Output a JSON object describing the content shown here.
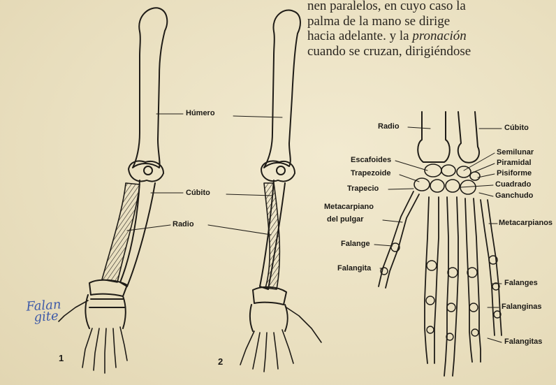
{
  "text": {
    "lines": [
      "nen paralelos, en cuyo caso la",
      "palma  de  la  mano  se  dirige",
      "hacia adelante. y la ",
      "cuando se cruzan, dirigiéndose"
    ],
    "italic_word": "pronación"
  },
  "arm_labels": {
    "humero": "Húmero",
    "cubito": "Cúbito",
    "radio": "Radio"
  },
  "hand_labels": {
    "radio": "Radio",
    "cubito": "Cúbito",
    "escafoides": "Escafoides",
    "trapezoide": "Trapezoide",
    "trapecio": "Trapecio",
    "metacarpiano_pulgar_1": "Metacarpiano",
    "metacarpiano_pulgar_2": "del pulgar",
    "falange": "Falange",
    "falangita": "Falangita",
    "semilunar": "Semilunar",
    "piramidal": "Piramidal",
    "pisiforme": "Pisiforme",
    "cuadrado": "Cuadrado",
    "ganchudo": "Ganchudo",
    "metacarpianos": "Metacarpianos",
    "falanges": "Falanges",
    "falanginas": "Falanginas",
    "falangitas": "Falangitas"
  },
  "figure_numbers": {
    "fig1": "1",
    "fig2": "2"
  },
  "handwriting": {
    "line1": "Falan",
    "line2": "gite"
  }
}
